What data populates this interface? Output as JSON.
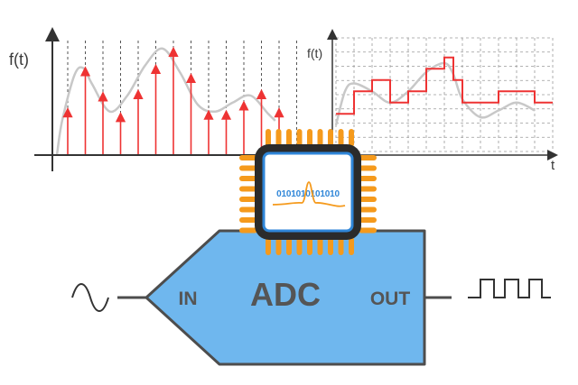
{
  "colors": {
    "background": "#ffffff",
    "axis": "#333333",
    "analog_curve": "#c8c8c8",
    "sample": "#ee3333",
    "grid": "#9a9a9a",
    "adc_body": "#6fb7ee",
    "adc_outline": "#4d4d4d",
    "chip_pin": "#f59a1c",
    "chip_body": "#2b2b2b",
    "chip_screen_border": "#2f86d8",
    "chip_bits": "#2f86d8",
    "chip_wave": "#f59a1c",
    "io_text": "#555555",
    "signal": "#333333"
  },
  "sampling_plot": {
    "ylabel": "f(t)",
    "sample_values": [
      0.42,
      0.78,
      0.56,
      0.38,
      0.58,
      0.8,
      0.95,
      0.72,
      0.4,
      0.4,
      0.48,
      0.58,
      0.42
    ],
    "curve": [
      [
        0,
        0.0
      ],
      [
        0.3,
        0.3
      ],
      [
        1,
        0.7
      ],
      [
        1.5,
        0.76
      ],
      [
        2,
        0.62
      ],
      [
        3,
        0.38
      ],
      [
        4,
        0.52
      ],
      [
        5,
        0.78
      ],
      [
        6,
        0.93
      ],
      [
        7,
        0.72
      ],
      [
        8,
        0.44
      ],
      [
        9,
        0.38
      ],
      [
        10,
        0.46
      ],
      [
        11,
        0.52
      ],
      [
        12,
        0.36
      ],
      [
        12.4,
        0.3
      ]
    ],
    "icon": "arrow-up-icon"
  },
  "quantized_plot": {
    "ylabel": "f(t)",
    "xlabel": "t",
    "curve": [
      [
        0,
        0.25
      ],
      [
        0.5,
        0.55
      ],
      [
        1,
        0.62
      ],
      [
        2,
        0.55
      ],
      [
        3,
        0.45
      ],
      [
        4,
        0.55
      ],
      [
        5,
        0.72
      ],
      [
        6,
        0.8
      ],
      [
        6.5,
        0.7
      ],
      [
        7,
        0.48
      ],
      [
        8,
        0.32
      ],
      [
        9,
        0.38
      ],
      [
        10,
        0.45
      ],
      [
        11,
        0.38
      ]
    ],
    "steps": [
      [
        0,
        0.35
      ],
      [
        1,
        0.55
      ],
      [
        2,
        0.65
      ],
      [
        3,
        0.45
      ],
      [
        4,
        0.55
      ],
      [
        5,
        0.75
      ],
      [
        6,
        0.85
      ],
      [
        6.5,
        0.65
      ],
      [
        7,
        0.45
      ],
      [
        8,
        0.45
      ],
      [
        9,
        0.55
      ],
      [
        10,
        0.55
      ],
      [
        11,
        0.45
      ]
    ],
    "grid_rows": 8,
    "grid_cols": 12
  },
  "chip": {
    "bits": "0101010101010",
    "icon": "microchip-icon"
  },
  "adc": {
    "label": "ADC",
    "input_label": "IN",
    "output_label": "OUT"
  },
  "signals": {
    "input_icon": "sine-wave-icon",
    "output_icon": "square-wave-icon"
  }
}
